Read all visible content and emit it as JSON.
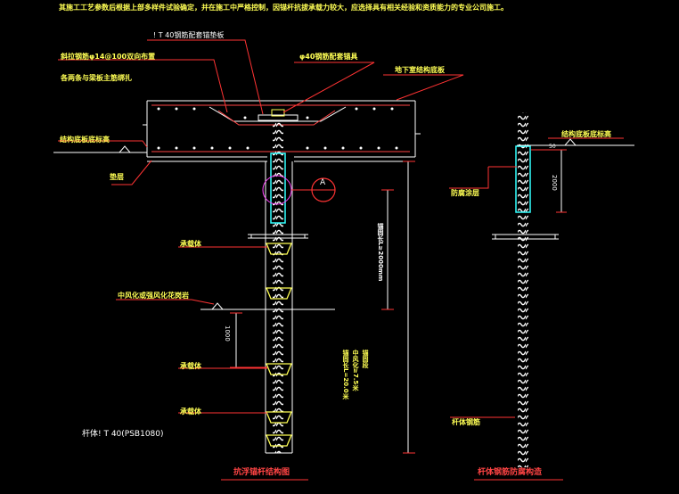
{
  "notes": {
    "top_note": "其施工工艺参数后根据上部多样件试验确定，并在施工中严格控制，因锚杆抗拔承载力较大，应选择具有相关经验和资质能力的专业公司施工。"
  },
  "labels": {
    "t40_plate": "! T 40钢筋配套锚垫板",
    "slant_bars": "斜拉钢筋φ14@100双向布置",
    "slant_bars_2": "各两条与梁板主筋绑扎",
    "phi40_nut": "φ40钢筋配套锚具",
    "basement_floor": "地下室结构底板",
    "base_elev": "结构底板底标高",
    "cushion": "垫层",
    "support_1": "承载体",
    "weathered_rock": "中风化或强风化花岗岩",
    "support_2": "承载体",
    "support_3": "承载体",
    "anchor_spec": "杆体! T 40(PSB1080)",
    "length_note": "锚固长L≥2000mm",
    "anchor_len_1": "锚固长L=20.0米",
    "anchor_len_2": "中风化≥7.5米",
    "anchor_len_3": "锚固段",
    "section_a": "A",
    "dim_1000": "1000",
    "left_caption": "抗浮锚杆结构图",
    "right_base_elev": "结构底板底标高",
    "right_dim_50": "50",
    "right_dim_2000": "2000",
    "anticorrosion": "防腐涂层",
    "anchor_steel": "杆体钢筋",
    "right_caption": "杆体钢筋防腐构造"
  }
}
